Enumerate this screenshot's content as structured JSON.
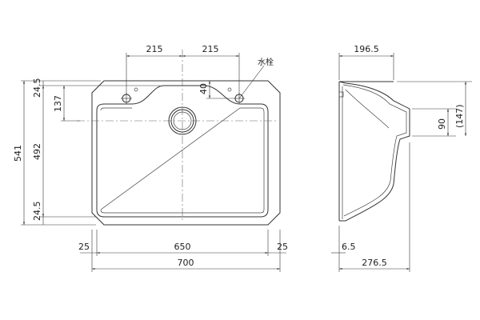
{
  "drawing": {
    "plan": {
      "total_width": "700",
      "inner_width": "650",
      "side_margin_left": "25",
      "side_margin_right": "25",
      "faucet_offset_left": "215",
      "faucet_offset_right": "215",
      "total_depth": "541",
      "inner_depth": "492",
      "top_rim": "24.5",
      "bottom_rim": "24.5",
      "drain_offset": "137",
      "faucet_from_edge": "40",
      "faucet_label": "水栓"
    },
    "section": {
      "top_width": "196.5",
      "overall_depth": "276.5",
      "rim_thickness": "6.5",
      "drain_height": "90",
      "drain_height_ref": "(147)"
    }
  }
}
